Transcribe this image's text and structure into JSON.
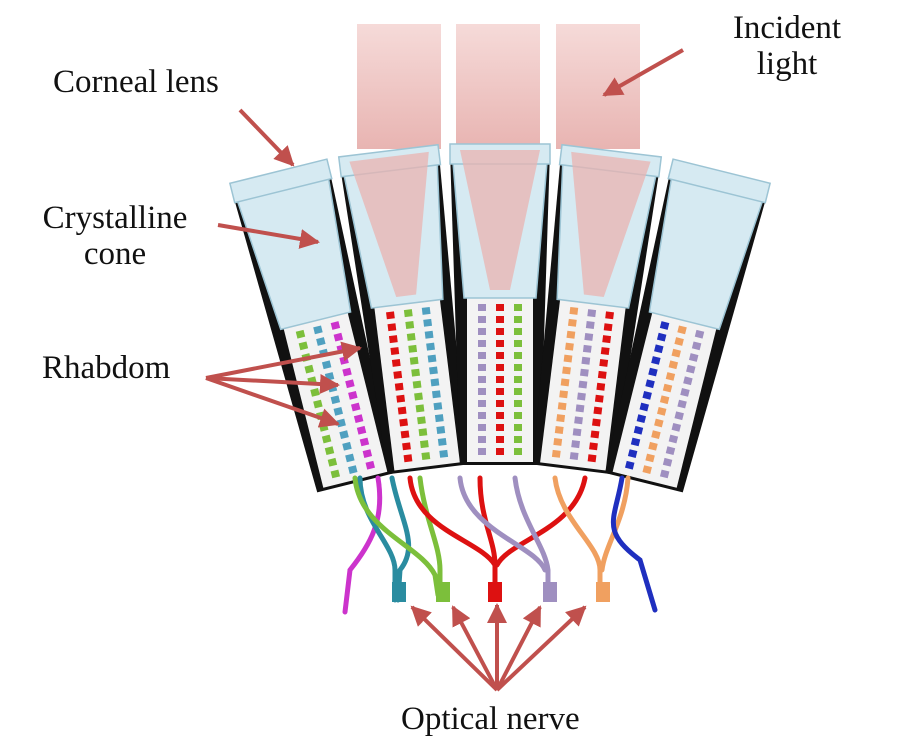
{
  "labels": {
    "incident_light": [
      "Incident",
      "light"
    ],
    "corneal_lens": "Corneal lens",
    "crystalline_cone": [
      "Crystalline",
      "cone"
    ],
    "rhabdom": "Rhabdom",
    "optical_nerve": "Optical nerve"
  },
  "colors": {
    "arrow": "#c0504d",
    "light_beam": "#e9b3b0",
    "cone_fill": "#d6eaf2",
    "cone_stroke": "#9cc4d4",
    "pigment": "#111111",
    "rhabdom_bg": "#f3f3f3",
    "nerve_colors": [
      "#cc33cc",
      "#2a8ca0",
      "#7cbf3b",
      "#dd1111",
      "#9f8fc0",
      "#f0a060",
      "#1f2fbf"
    ],
    "ommatidium_rhabdom_colors": [
      [
        "#7cbf3b",
        "#4fa0c0",
        "#cc33cc"
      ],
      [
        "#dd1111",
        "#7cbf3b",
        "#4fa0c0"
      ],
      [
        "#9f8fc0",
        "#dd1111",
        "#7cbf3b"
      ],
      [
        "#f0a060",
        "#9f8fc0",
        "#dd1111"
      ],
      [
        "#1f2fbf",
        "#f0a060",
        "#9f8fc0"
      ]
    ]
  }
}
